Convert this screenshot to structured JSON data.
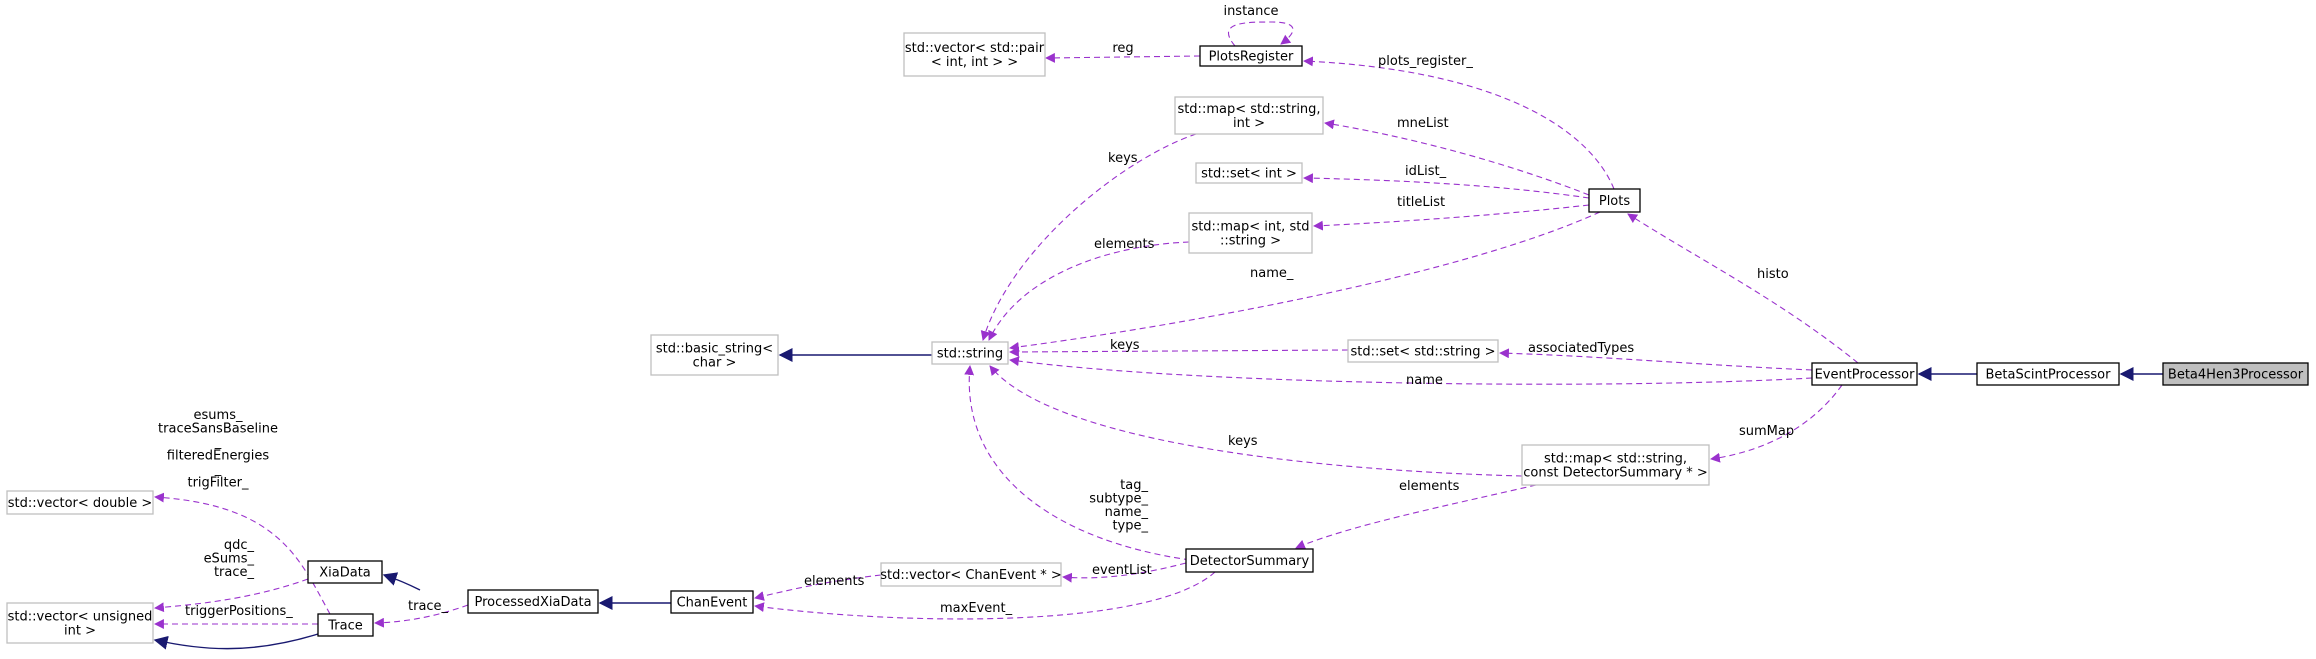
{
  "colors": {
    "inherit": "#191970",
    "usage": "#9a32cd",
    "class_border": "#000000",
    "external_border": "#bfbfbf",
    "current_fill": "#bfbfbf",
    "background": "#ffffff"
  },
  "nodes": {
    "vector_pair": [
      "std::vector< std::pair",
      "< int, int > >"
    ],
    "plots_register": [
      "PlotsRegister"
    ],
    "map_string_int": [
      "std::map< std::string,",
      "int >"
    ],
    "set_int": [
      "std::set< int >"
    ],
    "map_int_string": [
      "std::map< int, std",
      "::string >"
    ],
    "plots": [
      "Plots"
    ],
    "basic_string": [
      "std::basic_string<",
      "char >"
    ],
    "string": [
      "std::string"
    ],
    "set_string": [
      "std::set< std::string >"
    ],
    "event_processor": [
      "EventProcessor"
    ],
    "beta_scint": [
      "BetaScintProcessor"
    ],
    "beta4hen3": [
      "Beta4Hen3Processor"
    ],
    "vector_double": [
      "std::vector< double >"
    ],
    "map_detsummary": [
      "std::map< std::string,",
      "const DetectorSummary * >"
    ],
    "xiadata": [
      "XiaData"
    ],
    "vector_uint": [
      "std::vector< unsigned",
      "int >"
    ],
    "processed_xiadata": [
      "ProcessedXiaData"
    ],
    "chan_event": [
      "ChanEvent"
    ],
    "vector_chanevent": [
      "std::vector< ChanEvent * >"
    ],
    "detector_summary": [
      "DetectorSummary"
    ],
    "trace": [
      "Trace"
    ]
  },
  "edges": {
    "instance": [
      "instance"
    ],
    "reg": [
      "reg"
    ],
    "plots_register_": [
      "plots_register_"
    ],
    "mneList": [
      "mneList"
    ],
    "idList_": [
      "idList_"
    ],
    "titleList": [
      "titleList"
    ],
    "keys_map": [
      "keys"
    ],
    "elements_map": [
      "elements"
    ],
    "name_": [
      "name_"
    ],
    "histo": [
      "histo"
    ],
    "keys_set": [
      "keys"
    ],
    "associatedTypes": [
      "associatedTypes"
    ],
    "name_ep": [
      "name"
    ],
    "sumMap": [
      "sumMap"
    ],
    "keys_ds": [
      "keys"
    ],
    "elements_ds": [
      "elements"
    ],
    "ds_strings": [
      "tag_",
      "subtype_",
      "name_",
      "type_"
    ],
    "trace_strings": [
      "esums_",
      "traceSansBaseline",
      "_",
      "filteredEnergies",
      "_",
      "trigFilter_"
    ],
    "xia_strings": [
      "qdc_",
      "eSums_",
      "trace_"
    ],
    "triggerPositions": [
      "triggerPositions_"
    ],
    "trace_": [
      "trace_"
    ],
    "elements_ce": [
      "elements"
    ],
    "eventList": [
      "eventList"
    ],
    "maxEvent_": [
      "maxEvent_"
    ]
  }
}
